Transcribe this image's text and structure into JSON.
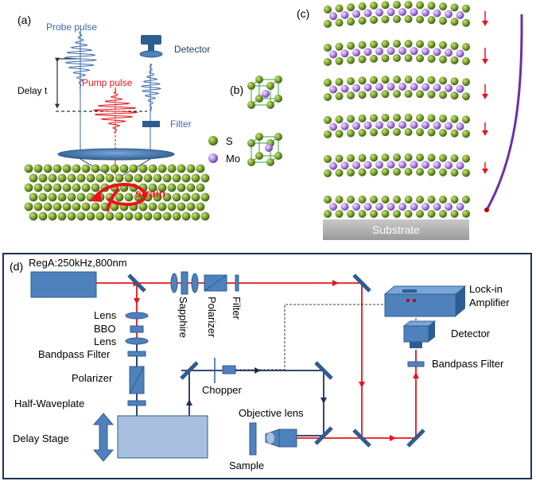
{
  "panel_a": {
    "label": "(a)",
    "probe_pulse": "Probe pulse",
    "detector": "Detector",
    "delay": "Delay t",
    "pump_pulse": "Pump pulse",
    "filter": "Filter",
    "strain": "strain"
  },
  "panel_b": {
    "label": "(b)",
    "legend_s": "S",
    "legend_mo": "Mo"
  },
  "panel_c": {
    "label": "(c)",
    "substrate": "Substrate"
  },
  "panel_d": {
    "label": "(d)",
    "laser": "RegA:250kHz,800nm",
    "sapphire": "Sapphire",
    "polarizer_top": "Polarizer",
    "filter_top": "Filter",
    "lockin_1": "Lock-in",
    "lockin_2": "Amplifier",
    "detector": "Detector",
    "bandpass_right": "Bandpass Filter",
    "lens_1": "Lens",
    "bbo": "BBO",
    "lens_2": "Lens",
    "bandpass_left": "Bandpass Filter",
    "polarizer_left": "Polarizer",
    "half_waveplate": "Half-Waveplate",
    "chopper": "Chopper",
    "objective": "Objective lens",
    "delay_stage": "Delay Stage",
    "sample": "Sample"
  },
  "colors": {
    "atom_s": "#6f9a2a",
    "atom_mo": "#9b6bc6",
    "beam_red": "#e8141b",
    "beam_navy": "#1f2f5c",
    "optic_blue": "#4f81bd",
    "optic_dark": "#2e5d8f",
    "substrate": "#a6a6a6"
  }
}
